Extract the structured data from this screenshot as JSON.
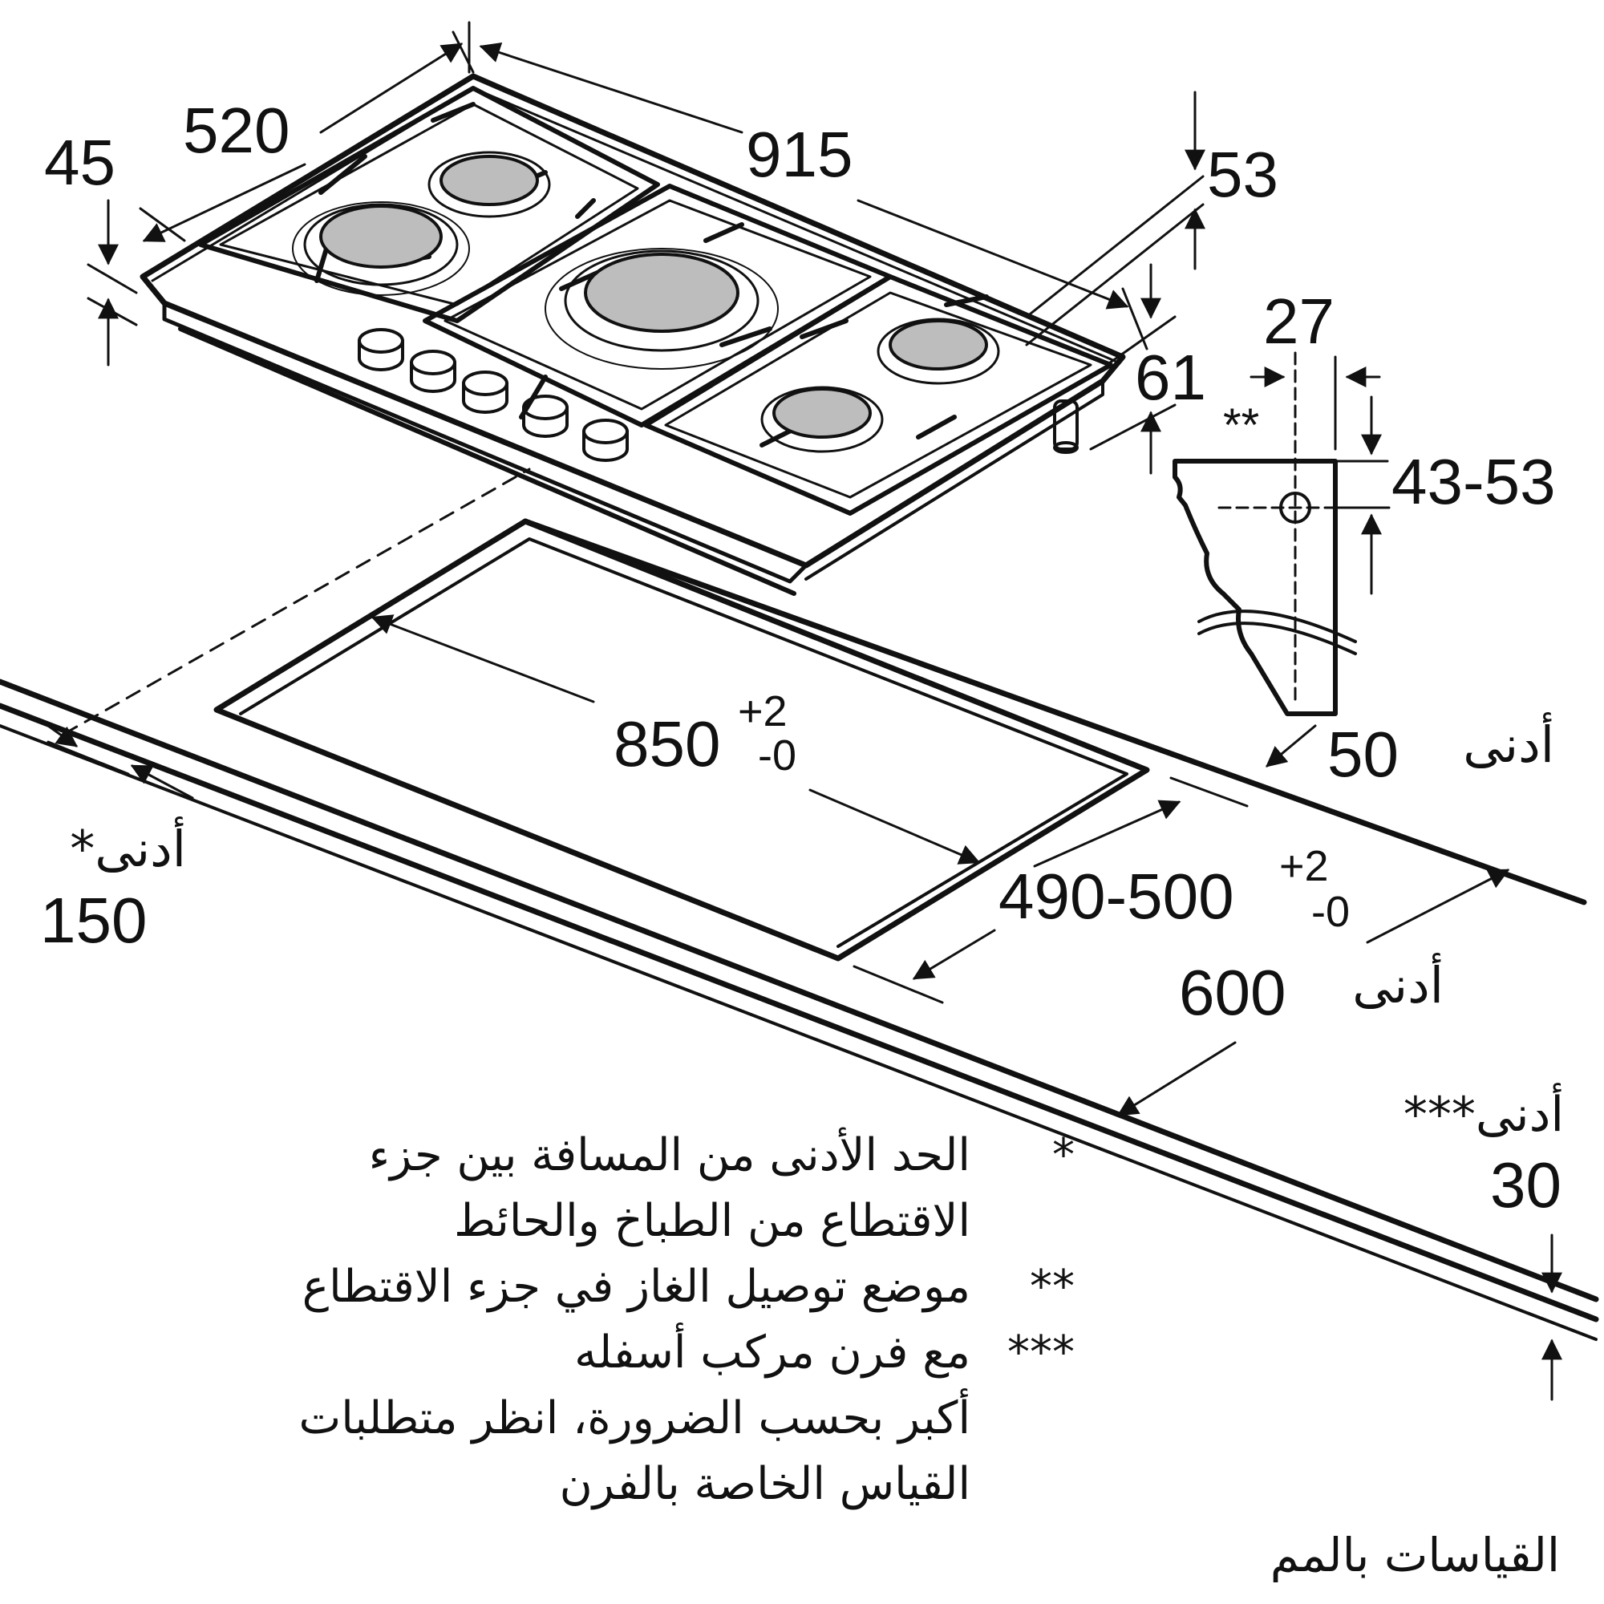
{
  "dimensions": {
    "d45": "45",
    "d520": "520",
    "d915": "915",
    "d53": "53",
    "d27": "27",
    "d61": "61",
    "d4353": "43-53",
    "gas_mark": "**",
    "cutout_width": "850",
    "cutout_width_tol_plus": "+2",
    "cutout_width_tol_minus": "-0",
    "cutout_depth": "490-500",
    "cutout_depth_tol_plus": "+2",
    "cutout_depth_tol_minus": "-0",
    "min50_label": "أدنى",
    "min50_value": "50",
    "min150_label": "*أدنى",
    "min150_value": "150",
    "min600_label": "أدنى",
    "min600_value": "600",
    "min30_label": "***أدنى",
    "min30_value": "30"
  },
  "notes": [
    {
      "mark": "*",
      "lines": [
        "الحد الأدنى من المسافة بين جزء",
        "الاقتطاع من الطباخ والحائط"
      ]
    },
    {
      "mark": "**",
      "lines": [
        "موضع توصيل الغاز في جزء الاقتطاع"
      ]
    },
    {
      "mark": "***",
      "lines": [
        "مع فرن مركب أسفله",
        "أكبر بحسب الضرورة، انظر متطلبات",
        "القياس الخاصة بالفرن"
      ]
    }
  ],
  "footer": "القياسات بالمم"
}
